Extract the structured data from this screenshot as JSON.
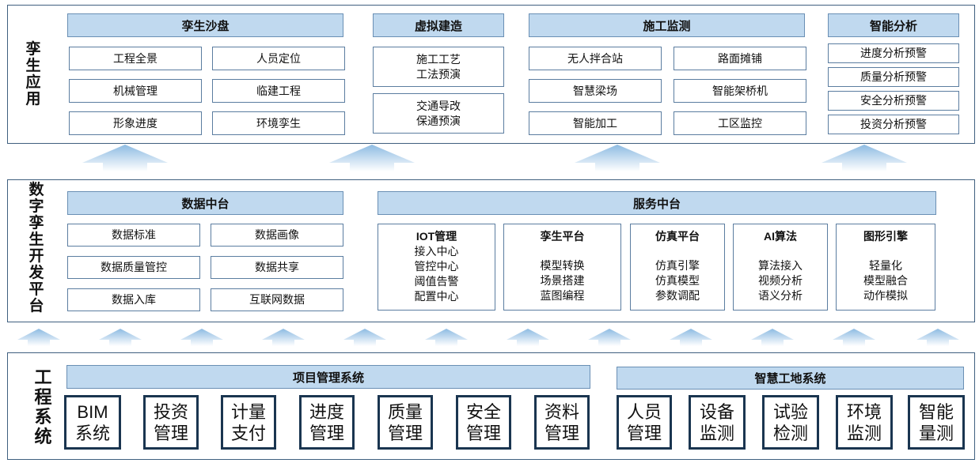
{
  "layer_apps": {
    "label": "孪生应用",
    "groups": [
      {
        "title": "孪生沙盘",
        "items": [
          "工程全景",
          "人员定位",
          "机械管理",
          "临建工程",
          "形象进度",
          "环境孪生"
        ]
      },
      {
        "title": "虚拟建造",
        "items": [
          [
            "施工工艺",
            "工法预演"
          ],
          [
            "交通导改",
            "保通预演"
          ]
        ]
      },
      {
        "title": "施工监测",
        "items": [
          "无人拌合站",
          "路面摊铺",
          "智慧梁场",
          "智能架桥机",
          "智能加工",
          "工区监控"
        ]
      },
      {
        "title": "智能分析",
        "items": [
          "进度分析预警",
          "质量分析预警",
          "安全分析预警",
          "投资分析预警"
        ]
      }
    ]
  },
  "layer_platform": {
    "label": "数字孪生开发平台",
    "data_center": {
      "title": "数据中台",
      "items": [
        "数据标准",
        "数据画像",
        "数据质量管控",
        "数据共享",
        "数据入库",
        "互联网数据"
      ]
    },
    "service_center": {
      "title": "服务中台",
      "modules": [
        {
          "title": "IOT管理",
          "items": [
            "接入中心",
            "管控中心",
            "阈值告警",
            "配置中心"
          ]
        },
        {
          "title": "孪生平台",
          "items": [
            "模型转换",
            "场景搭建",
            "蓝图编程"
          ]
        },
        {
          "title": "仿真平台",
          "items": [
            "仿真引擎",
            "仿真模型",
            "参数调配"
          ]
        },
        {
          "title": "AI算法",
          "items": [
            "算法接入",
            "视频分析",
            "语义分析"
          ]
        },
        {
          "title": "图形引擎",
          "items": [
            "轻量化",
            "模型融合",
            "动作模拟"
          ]
        }
      ]
    }
  },
  "layer_systems": {
    "label": "工程系统",
    "project_mgmt": {
      "title": "项目管理系统",
      "items": [
        [
          "BIM",
          "系统"
        ],
        [
          "投资",
          "管理"
        ],
        [
          "计量",
          "支付"
        ],
        [
          "进度",
          "管理"
        ],
        [
          "质量",
          "管理"
        ],
        [
          "安全",
          "管理"
        ],
        [
          "资料",
          "管理"
        ]
      ]
    },
    "smart_site": {
      "title": "智慧工地系统",
      "items": [
        [
          "人员",
          "管理"
        ],
        [
          "设备",
          "监测"
        ],
        [
          "试验",
          "检测"
        ],
        [
          "环境",
          "监测"
        ],
        [
          "智能",
          "量测"
        ]
      ]
    }
  },
  "colors": {
    "header_fill": "#c0d9ef",
    "border": "#3f5f7f",
    "arrow_light": "#eef6fc",
    "arrow_dark": "#8dbbe2"
  }
}
